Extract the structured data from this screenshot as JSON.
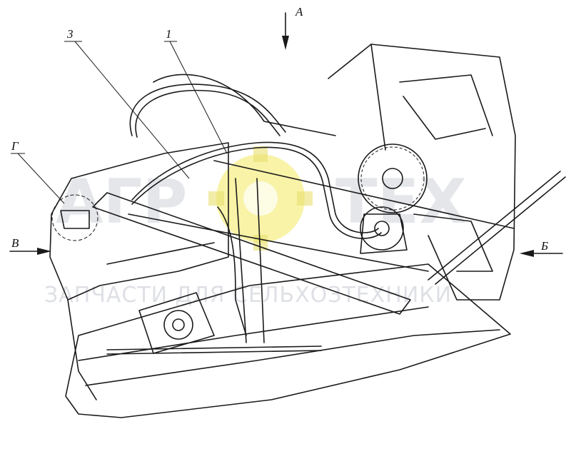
{
  "labels": {
    "part_1": "1",
    "part_3": "3",
    "view_a": "А",
    "view_b": "Б",
    "view_v": "В",
    "view_g": "Г"
  },
  "watermark": {
    "brand_left": "АГР",
    "brand_right": "ТЕХ",
    "tagline": "ЗАПЧАСТИ ДЛЯ СЕЛЬХОЗТЕХНИКИ",
    "gear_color": "#f5ef8a"
  }
}
